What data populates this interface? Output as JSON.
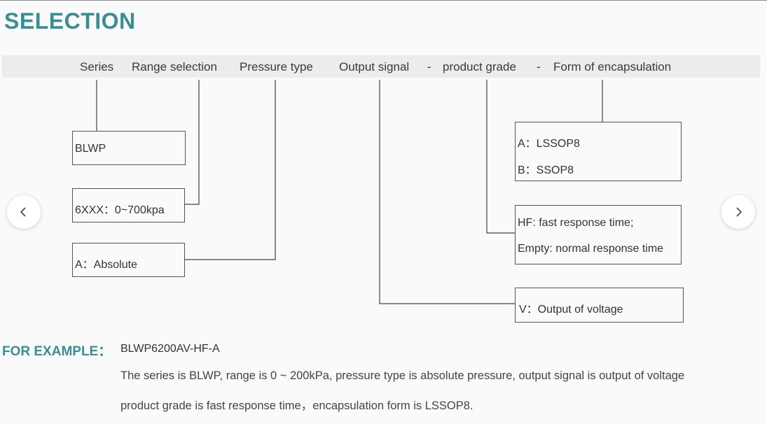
{
  "title": "SELECTION",
  "header": {
    "labels": [
      "Series",
      "Range selection",
      "Pressure type",
      "Output signal",
      "product grade",
      "Form of encapsulation"
    ],
    "dashes": [
      "-",
      "-"
    ]
  },
  "boxes": {
    "series": [
      "BLWP"
    ],
    "range": [
      "6XXX：0~700kpa"
    ],
    "pressure": [
      "A：Absolute"
    ],
    "encapsulation": [
      "A：LSSOP8",
      "B：SSOP8"
    ],
    "grade": [
      "HF: fast response time;",
      "Empty: normal response time"
    ],
    "output": [
      "V：Output of voltage"
    ]
  },
  "example": {
    "label": "FOR EXAMPLE：",
    "code": "BLWP6200AV-HF-A",
    "lines": [
      "The series is BLWP, range is 0 ~ 200kPa, pressure type is absolute pressure, output signal is output of voltage",
      "product grade is fast response time，encapsulation form is LSSOP8."
    ]
  },
  "nav": {
    "prev_icon": "chevron-left-icon",
    "next_icon": "chevron-right-icon"
  }
}
